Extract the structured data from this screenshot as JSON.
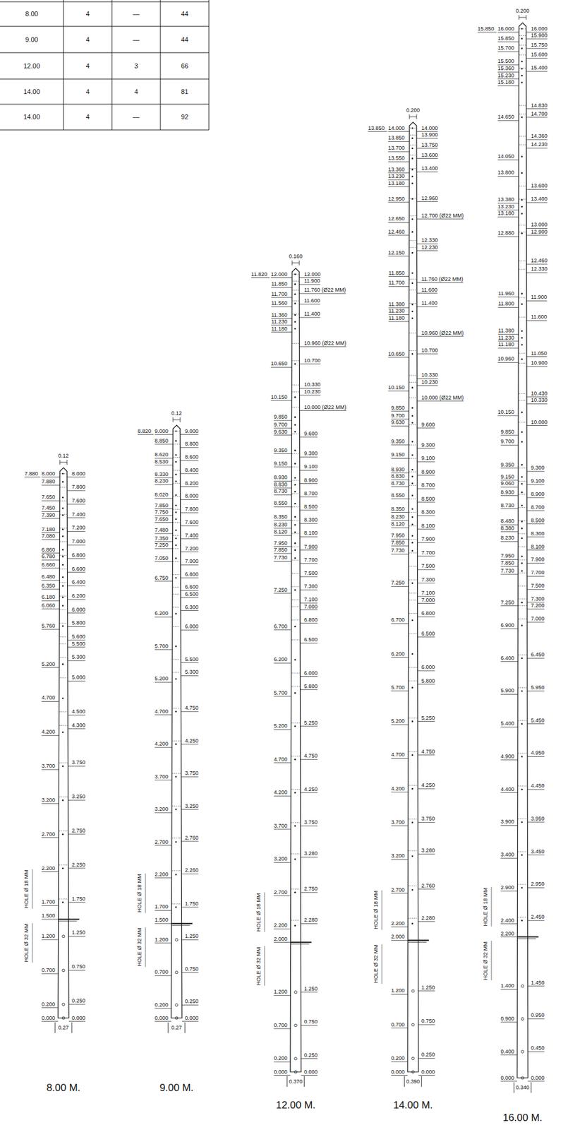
{
  "diagram": {
    "labels": [
      "8.00",
      "4",
      "—",
      "44",
      "9.00",
      "4",
      "—",
      "44",
      "12.00",
      "4",
      "3",
      "66",
      "14.00",
      "4",
      "4",
      "81",
      "14.00",
      "4",
      "—",
      "92",
      "8.00 M.",
      "0.12",
      "0.27",
      "7.880",
      "8.000",
      "7.880",
      "7.650",
      "7.450",
      "7.390",
      "7.180",
      "7.080",
      "6.860",
      "6.780",
      "6.660",
      "6.480",
      "6.350",
      "6.180",
      "6.060",
      "5.760",
      "5.200",
      "4.700",
      "4.200",
      "3.700",
      "3.200",
      "2.700",
      "2.200",
      "1.700",
      "1.500",
      "1.200",
      "0.700",
      "0.200",
      "0.000",
      "8.000",
      "7.800",
      "7.600",
      "7.400",
      "7.200",
      "7.000",
      "6.800",
      "6.600",
      "6.400",
      "6.200",
      "6.000",
      "5.800",
      "5.600",
      "5.500",
      "5.300",
      "5.000",
      "4.500",
      "4.300",
      "3.750",
      "3.250",
      "2.750",
      "2.250",
      "1.750",
      "1.250",
      "0.750",
      "0.250",
      "0.000",
      "HOLE Ø 18 MM",
      "HOLE Ø 32 MM",
      "9.00 M.",
      "0.12",
      "0.27",
      "8.820",
      "9.000",
      "8.850",
      "8.620",
      "8.530",
      "8.330",
      "8.230",
      "8.020",
      "7.850",
      "7.750",
      "7.650",
      "7.480",
      "7.350",
      "7.250",
      "7.050",
      "6.750",
      "6.200",
      "5.700",
      "5.200",
      "4.700",
      "4.200",
      "3.700",
      "3.200",
      "2.700",
      "2.200",
      "1.700",
      "1.500",
      "1.200",
      "0.700",
      "0.200",
      "0.000",
      "9.000",
      "8.800",
      "8.600",
      "8.400",
      "8.200",
      "8.000",
      "7.800",
      "7.600",
      "7.400",
      "7.200",
      "7.000",
      "6.800",
      "6.600",
      "6.500",
      "6.300",
      "6.000",
      "5.500",
      "5.300",
      "4.750",
      "4.250",
      "3.750",
      "3.250",
      "2.760",
      "2.260",
      "1.750",
      "1.250",
      "0.750",
      "0.250",
      "0.000",
      "HOLE Ø 18 MM",
      "HOLE Ø 32 MM",
      "12.00 M.",
      "0.160",
      "0.370",
      "11.820",
      "12.000",
      "11.850",
      "11.700",
      "11.560",
      "11.360",
      "11.230",
      "11.180",
      "10.650",
      "10.150",
      "9.850",
      "9.700",
      "9.630",
      "9.350",
      "9.150",
      "8.930",
      "8.830",
      "8.730",
      "8.550",
      "8.350",
      "8.230",
      "8.120",
      "7.950",
      "7.850",
      "7.730",
      "7.250",
      "6.700",
      "6.200",
      "5.700",
      "5.200",
      "4.700",
      "4.200",
      "3.700",
      "3.200",
      "2.700",
      "2.200",
      "2.000",
      "1.200",
      "0.700",
      "0.200",
      "0.000",
      "12.000",
      "11.900",
      "11.760 (Ø22 MM)",
      "11.600",
      "11.400",
      "10.960 (Ø22 MM)",
      "10.700",
      "10.330",
      "10.230",
      "10.000 (Ø22 MM)",
      "9.600",
      "9.300",
      "9.100",
      "8.900",
      "8.700",
      "8.500",
      "8.300",
      "8.100",
      "7.900",
      "7.700",
      "7.500",
      "7.300",
      "7.100",
      "7.000",
      "6.800",
      "6.500",
      "6.000",
      "5.800",
      "5.250",
      "4.750",
      "4.250",
      "3.750",
      "3.280",
      "2.750",
      "2.280",
      "1.250",
      "0.750",
      "0.250",
      "0.000",
      "HOLE Ø 18 MM",
      "HOLE Ø 32 MM",
      "14.00 M.",
      "0.200",
      "0.390",
      "13.850",
      "14.000",
      "13.850",
      "13.700",
      "13.550",
      "13.360",
      "13.230",
      "13.180",
      "12.950",
      "12.650",
      "12.460",
      "12.150",
      "11.850",
      "11.700",
      "11.380",
      "11.230",
      "11.180",
      "10.650",
      "10.150",
      "9.850",
      "9.700",
      "9.630",
      "9.350",
      "9.150",
      "8.930",
      "8.830",
      "8.730",
      "8.550",
      "8.350",
      "8.230",
      "8.120",
      "7.950",
      "7.850",
      "7.730",
      "7.250",
      "6.700",
      "6.200",
      "5.700",
      "5.200",
      "4.700",
      "4.200",
      "3.700",
      "3.200",
      "2.700",
      "2.200",
      "2.000",
      "1.200",
      "0.700",
      "0.200",
      "0.000",
      "14.000",
      "13.900",
      "13.750",
      "13.600",
      "13.400",
      "12.960",
      "12.700 (Ø22 MM)",
      "12.330",
      "12.230",
      "11.760 (Ø22 MM)",
      "11.600",
      "11.400",
      "10.960 (Ø22 MM)",
      "10.700",
      "10.330",
      "10.230",
      "10.000 (Ø22 MM)",
      "9.600",
      "9.300",
      "9.100",
      "8.900",
      "8.700",
      "8.500",
      "8.300",
      "8.100",
      "7.900",
      "7.700",
      "7.500",
      "7.300",
      "7.100",
      "7.000",
      "6.800",
      "6.500",
      "6.000",
      "5.800",
      "5.250",
      "4.750",
      "4.250",
      "3.750",
      "3.280",
      "2.760",
      "2.280",
      "1.250",
      "0.750",
      "0.250",
      "0.000",
      "HOLE Ø 18 MM",
      "HOLE Ø 32 MM",
      "16.00 M.",
      "0.200",
      "0.340",
      "15.850",
      "16.000",
      "15.850",
      "15.700",
      "15.500",
      "15.360",
      "15.230",
      "15.180",
      "14.650",
      "14.050",
      "13.800",
      "13.380",
      "13.230",
      "13.180",
      "12.880",
      "11.960",
      "11.800",
      "11.380",
      "11.230",
      "11.180",
      "10.960",
      "10.150",
      "9.850",
      "9.700",
      "9.350",
      "9.150",
      "9.060",
      "8.930",
      "8.730",
      "8.480",
      "8.380",
      "8.230",
      "7.950",
      "7.850",
      "7.730",
      "7.250",
      "6.900",
      "6.400",
      "5.900",
      "5.400",
      "4.900",
      "4.400",
      "3.900",
      "3.400",
      "2.900",
      "2.400",
      "2.200",
      "1.400",
      "0.900",
      "0.400",
      "0.000",
      "16.000",
      "15.900",
      "15.750",
      "15.600",
      "15.400",
      "14.830",
      "14.700",
      "14.360",
      "14.230",
      "13.600",
      "13.400",
      "13.000",
      "12.900",
      "12.460",
      "12.330",
      "11.900",
      "11.600",
      "11.050",
      "10.900",
      "10.430",
      "10.330",
      "10.000",
      "9.300",
      "9.100",
      "8.900",
      "8.700",
      "8.500",
      "8.300",
      "8.100",
      "7.900",
      "7.700",
      "7.500",
      "7.300",
      "7.200",
      "7.000",
      "6.450",
      "5.950",
      "5.450",
      "4.950",
      "4.450",
      "3.950",
      "3.450",
      "2.950",
      "2.450",
      "1.450",
      "0.950",
      "0.450",
      "0.000",
      "HOLE Ø 18 MM",
      "HOLE Ø 32 MM"
    ]
  }
}
